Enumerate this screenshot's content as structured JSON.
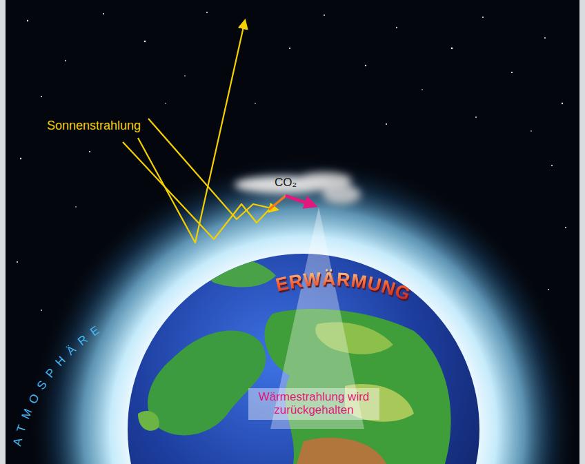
{
  "diagram": {
    "nodes": [
      {
        "text": [
          "Wärmestrahlung wird zurückgehalten"
        ]
      }
    ],
    "labels": [
      "Sonnenstrahlung",
      "CO₂",
      "ATMOSPHÄRE",
      "ERWÄRMUNG"
    ]
  }
}
